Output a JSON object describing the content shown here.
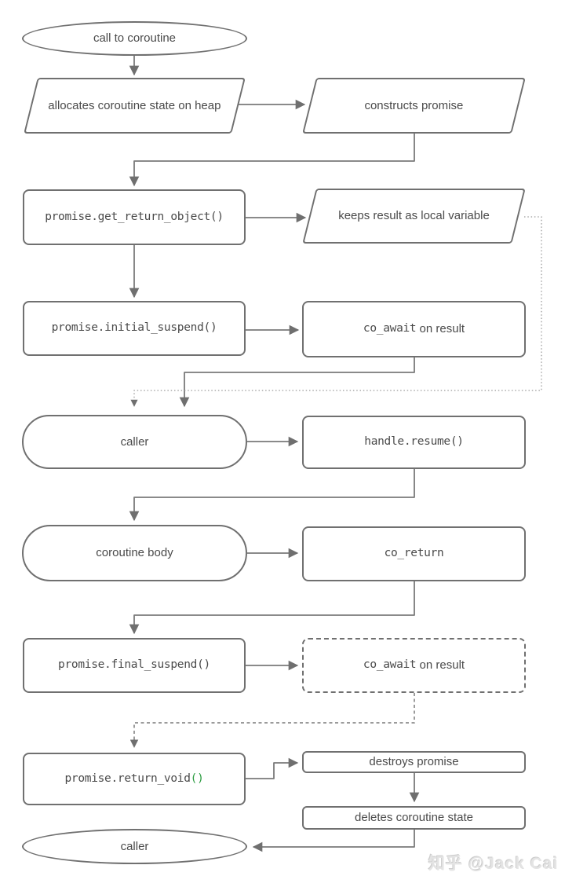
{
  "diagram": {
    "title_hint": "C++ coroutine lifecycle flowchart",
    "colors": {
      "shape_border": "#707070",
      "text": "#4a4a4a",
      "code_green": "#2f9e44",
      "connector": "#7a7a7a",
      "dotted_connector": "#9a9a9a",
      "watermark": "#e4e4e4"
    },
    "nodes": {
      "start": {
        "label": "call to coroutine"
      },
      "alloc": {
        "label": "allocates coroutine state on heap"
      },
      "construct": {
        "label": "constructs promise"
      },
      "get_return_object": {
        "label": "promise.get_return_object()"
      },
      "keeps_result": {
        "label": "keeps result as local variable"
      },
      "initial_suspend": {
        "label": "promise.initial_suspend()"
      },
      "co_await_initial": {
        "code": "co_await",
        "rest": " on result"
      },
      "caller_mid": {
        "label": "caller"
      },
      "handle_resume": {
        "label": "handle.resume()"
      },
      "coroutine_body": {
        "label": "coroutine body"
      },
      "co_return": {
        "label": "co_return"
      },
      "final_suspend": {
        "label": "promise.final_suspend()"
      },
      "co_await_final": {
        "code": "co_await",
        "rest": " on result"
      },
      "return_void": {
        "code": "promise.return_void",
        "parens": "()"
      },
      "destroys_promise": {
        "label": "destroys promise"
      },
      "deletes_state": {
        "label": "deletes coroutine state"
      },
      "caller_end": {
        "label": "caller"
      }
    },
    "watermark": "知乎 @Jack Cai"
  }
}
